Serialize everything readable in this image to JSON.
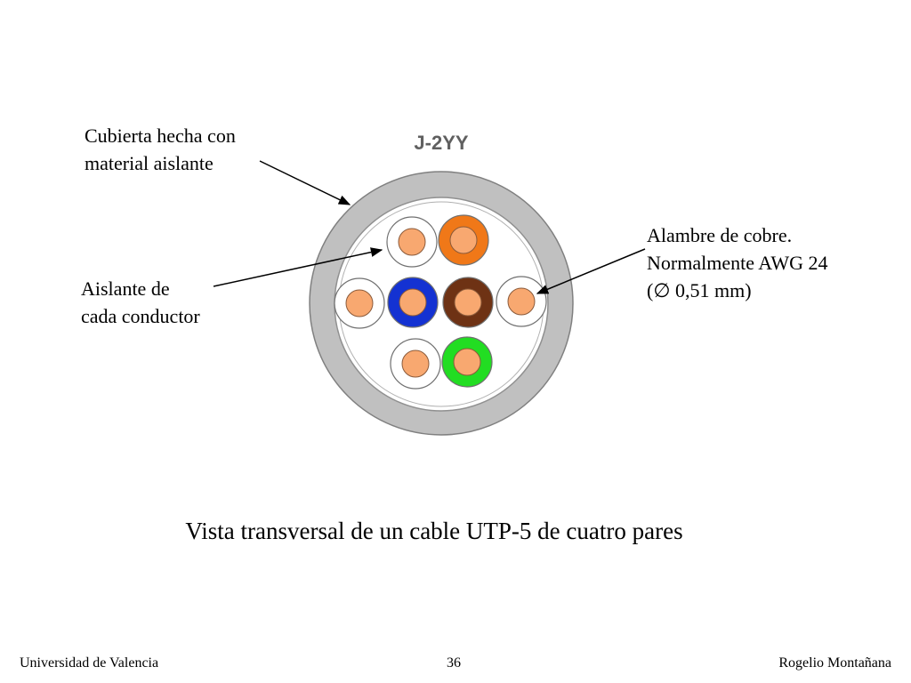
{
  "diagram": {
    "cable_name": "J-2YY",
    "colors": {
      "jacket": "#c0c0c0",
      "inner_fill": "#ffffff",
      "copper": "#f8a870",
      "orange": "#f07818",
      "blue": "#1432d2",
      "brown": "#6e3214",
      "green": "#22dd22",
      "white_insulation": "#ffffff"
    },
    "conductors": [
      {
        "name": "white-orange",
        "insulation": "white_insulation"
      },
      {
        "name": "orange",
        "insulation": "orange"
      },
      {
        "name": "white-blue",
        "insulation": "white_insulation"
      },
      {
        "name": "blue",
        "insulation": "blue"
      },
      {
        "name": "brown",
        "insulation": "brown"
      },
      {
        "name": "white-brown",
        "insulation": "white_insulation"
      },
      {
        "name": "white-green",
        "insulation": "white_insulation"
      },
      {
        "name": "green",
        "insulation": "green"
      }
    ]
  },
  "labels": {
    "jacket": [
      "Cubierta hecha con",
      "material aislante"
    ],
    "insulation": [
      "Aislante de",
      "cada conductor"
    ],
    "wire": [
      "Alambre de cobre.",
      "Normalmente AWG 24",
      "(∅ 0,51 mm)"
    ]
  },
  "caption": "Vista transversal de un cable UTP-5 de cuatro pares",
  "footer": {
    "left": "Universidad de Valencia",
    "center": "36",
    "right": "Rogelio Montañana"
  }
}
